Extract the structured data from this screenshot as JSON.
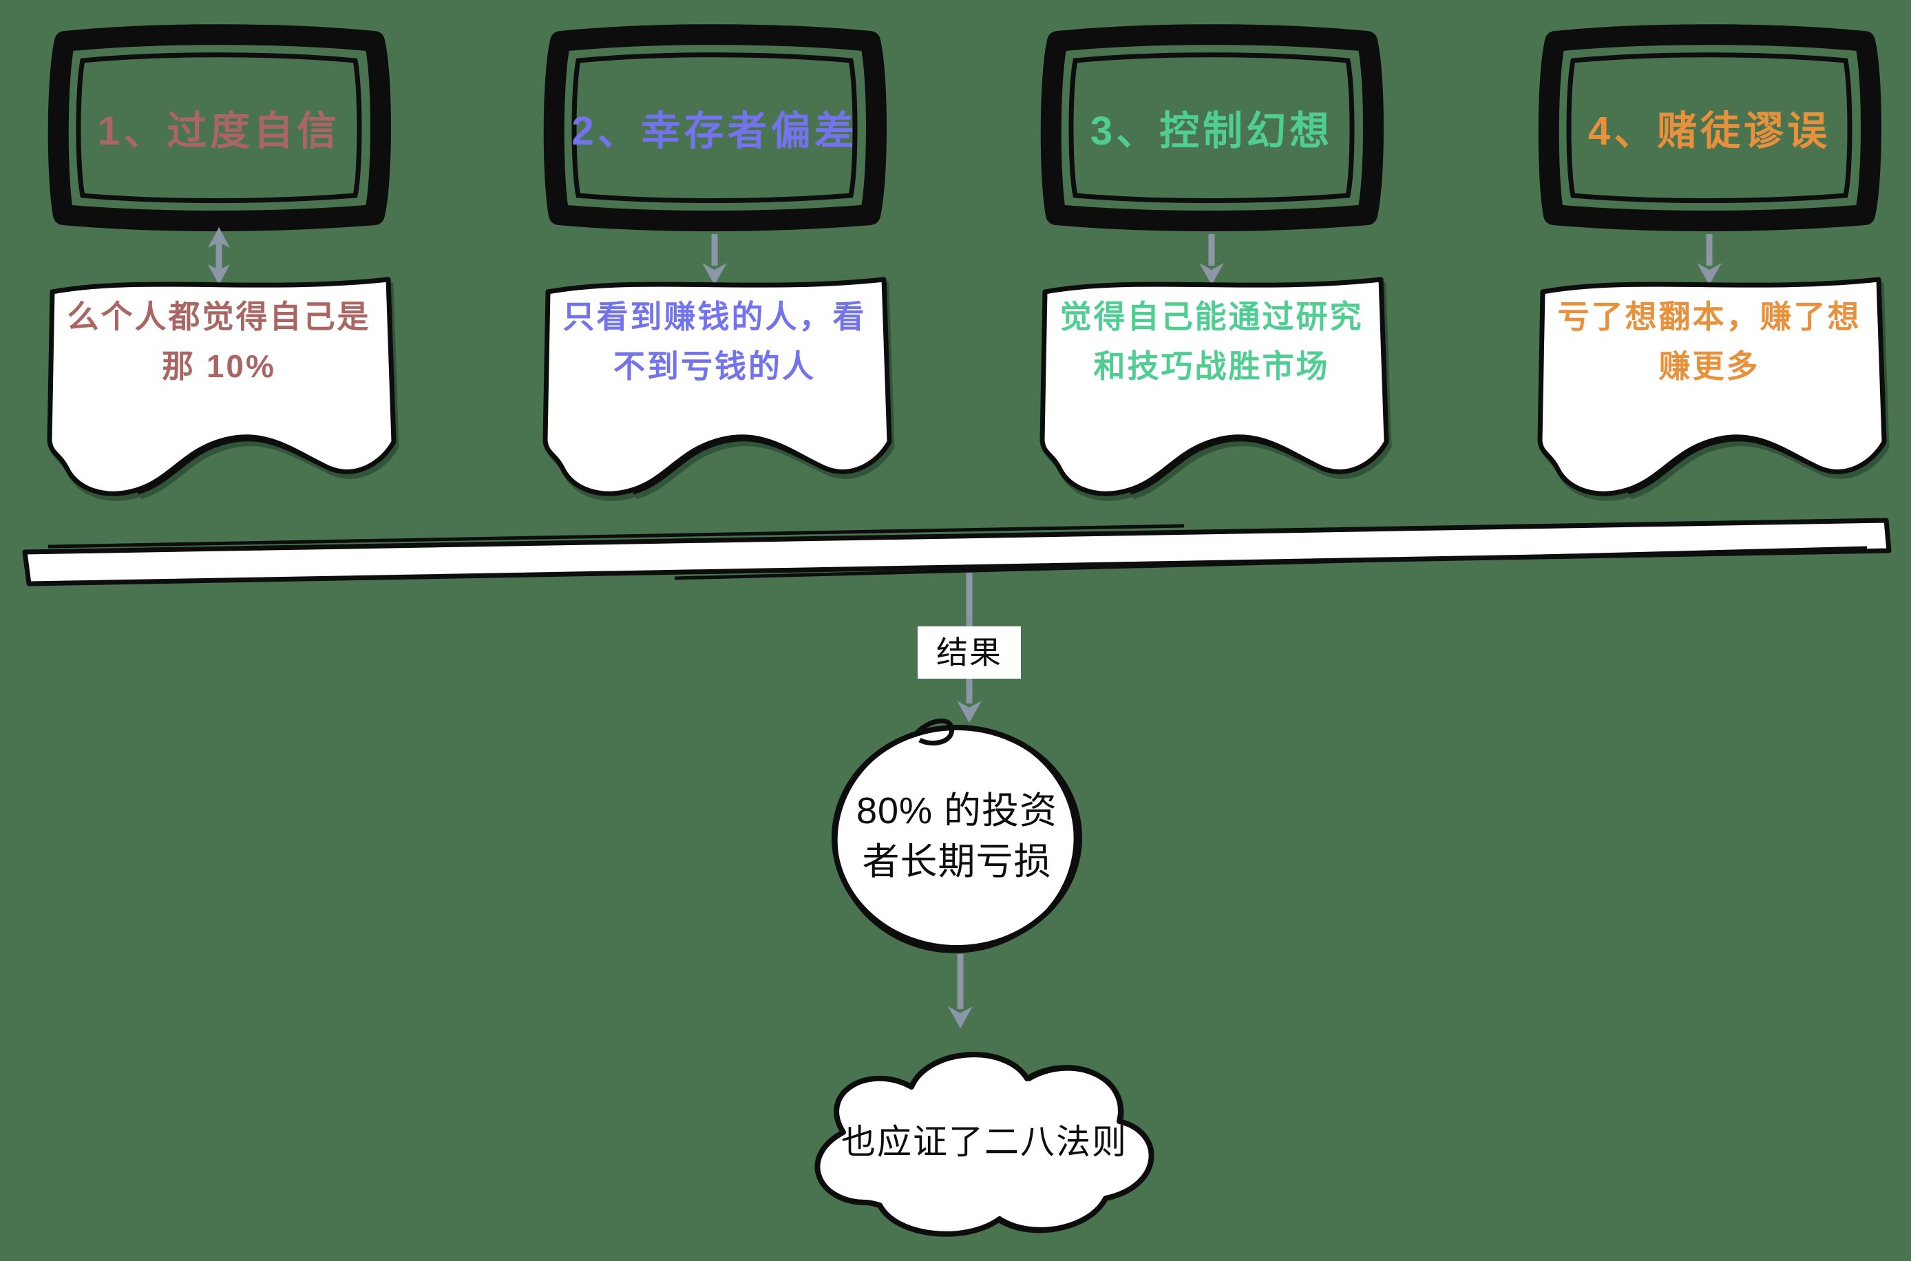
{
  "background_color": "#4a7350",
  "ink_color": "#0d0d0d",
  "paper_color": "#ffffff",
  "arrow_color": "#8b96a6",
  "columns": [
    {
      "title": "1、过度自信",
      "color": "#a96663",
      "arrow_style": "double",
      "note_lines": [
        "么个人都觉得自己是",
        "那 10%"
      ]
    },
    {
      "title": "2、幸存者偏差",
      "color": "#7373ec",
      "arrow_style": "down",
      "note_lines": [
        "只看到赚钱的人，看",
        "不到亏钱的人"
      ]
    },
    {
      "title": "3、控制幻想",
      "color": "#50cd91",
      "arrow_style": "down",
      "note_lines": [
        "觉得自己能通过研究",
        "和技巧战胜市场"
      ]
    },
    {
      "title": "4、赌徒谬误",
      "color": "#e8913d",
      "arrow_style": "down",
      "note_lines": [
        "亏了想翻本，赚了想",
        "赚更多"
      ]
    }
  ],
  "flow": {
    "arrow_label": "结果",
    "circle_lines": [
      "80% 的投资",
      "者长期亏损"
    ],
    "cloud_text": "也应证了二八法则"
  }
}
